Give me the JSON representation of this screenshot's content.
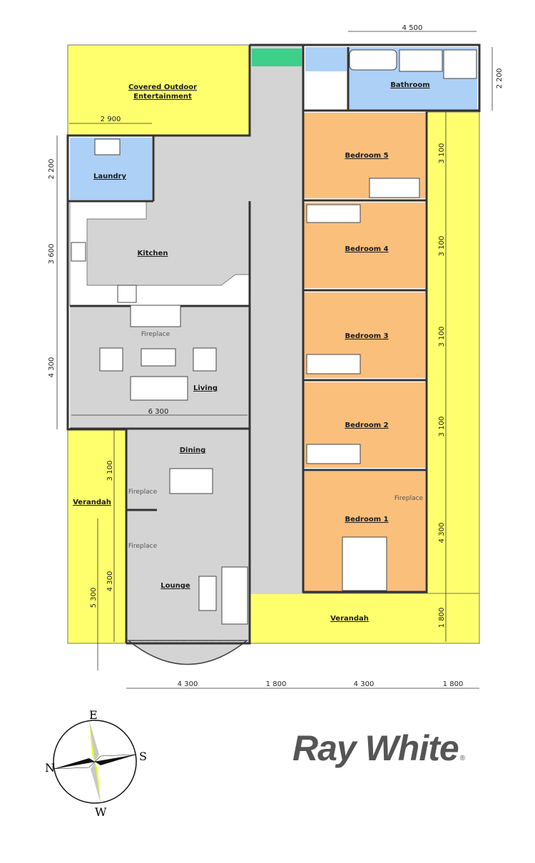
{
  "plan": {
    "rooms": {
      "outdoor": "Covered Outdoor",
      "outdoor2": "Entertainment",
      "laundry": "Laundry",
      "kitchen": "Kitchen",
      "living": "Living",
      "dining": "Dining",
      "lounge": "Lounge",
      "verandah_west": "Verandah",
      "verandah_south": "Verandah",
      "bathroom": "Bathroom",
      "bedroom5": "Bedroom 5",
      "bedroom4": "Bedroom 4",
      "bedroom3": "Bedroom 3",
      "bedroom2": "Bedroom 2",
      "bedroom1": "Bedroom 1"
    },
    "fixtures": {
      "fireplace_living": "Fireplace",
      "fireplace_dining": "Fireplace",
      "fireplace_lounge": "Fireplace",
      "fireplace_bed1": "Fireplace"
    },
    "dimensions": {
      "top_bathroom_width": "4 500",
      "right_bathroom_height": "2 200",
      "outdoor_width": "2 900",
      "laundry_height": "2 200",
      "kitchen_height": "3 600",
      "living_height": "4 300",
      "living_width": "6 300",
      "dining_height": "3 100",
      "lounge_height": "4 300",
      "lounge_total": "5 300",
      "bed5": "3 100",
      "bed4": "3 100",
      "bed3": "3 100",
      "bed2": "3 100",
      "bed1": "4 300",
      "verandah_depth": "1 800",
      "bottom": [
        "4 300",
        "1 800",
        "4 300",
        "1 800"
      ]
    },
    "colors": {
      "verandah": "#ffff6e",
      "interior": "#d4d4d4",
      "bedroom": "#fbbf7c",
      "wet": "#add0f7",
      "green": "#3ecf8a",
      "wall": "#333333"
    }
  },
  "compass": {
    "n": "N",
    "e": "E",
    "s": "S",
    "w": "W"
  },
  "brand": {
    "name": "Ray White",
    "mark": "®"
  }
}
